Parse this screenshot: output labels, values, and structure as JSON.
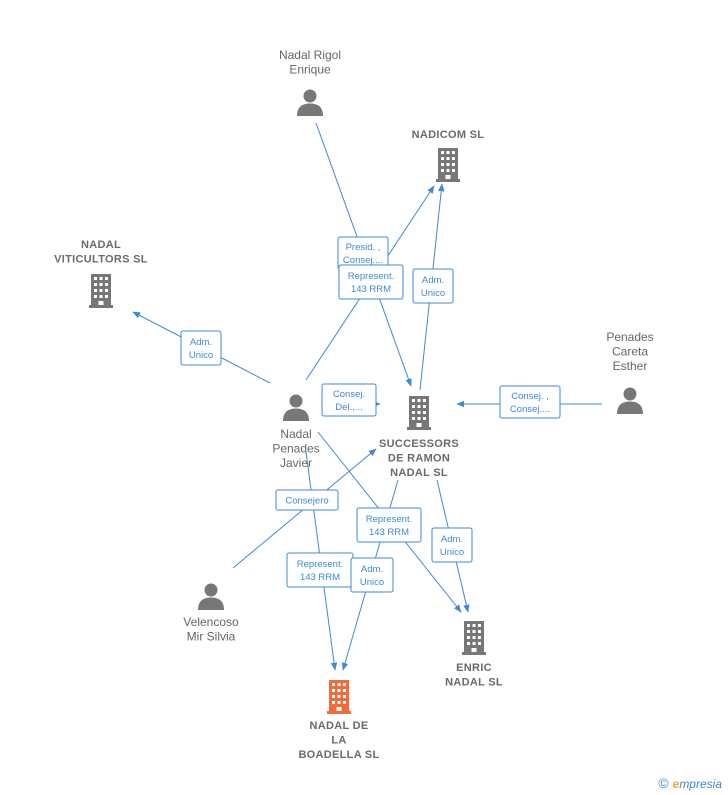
{
  "diagram": {
    "nodes": [
      {
        "id": "nadal_rigol",
        "kind": "person",
        "label_lines": [
          "Nadal Rigol",
          "Enrique"
        ],
        "color": "#777777"
      },
      {
        "id": "nadicom",
        "kind": "company",
        "label_lines": [
          "NADICOM SL"
        ],
        "color": "#777777"
      },
      {
        "id": "nadal_viticultors",
        "kind": "company",
        "label_lines": [
          "NADAL",
          "VITICULTORS SL"
        ],
        "color": "#777777"
      },
      {
        "id": "penades_careta",
        "kind": "person",
        "label_lines": [
          "Penades",
          "Careta",
          "Esther"
        ],
        "color": "#777777"
      },
      {
        "id": "nadal_penades",
        "kind": "person",
        "label_lines": [
          "Nadal",
          "Penades",
          "Javier"
        ],
        "color": "#777777"
      },
      {
        "id": "successors",
        "kind": "company",
        "label_lines": [
          "SUCCESSORS",
          "DE RAMON",
          "NADAL SL"
        ],
        "color": "#777777"
      },
      {
        "id": "velencoso",
        "kind": "person",
        "label_lines": [
          "Velencoso",
          "Mir Silvia"
        ],
        "color": "#777777"
      },
      {
        "id": "enric_nadal",
        "kind": "company",
        "label_lines": [
          "ENRIC",
          "NADAL SL"
        ],
        "color": "#777777"
      },
      {
        "id": "nadal_boadella",
        "kind": "company",
        "label_lines": [
          "NADAL DE",
          "LA",
          "BOADELLA SL"
        ],
        "color": "#f26b3a",
        "focus": true
      }
    ],
    "edges": [
      {
        "id": "e1",
        "label_lines": [
          "Presid. ,",
          "Consej...."
        ]
      },
      {
        "id": "e2",
        "label_lines": [
          "Represent.",
          "143 RRM"
        ]
      },
      {
        "id": "e3",
        "label_lines": [
          "Adm.",
          "Unico"
        ]
      },
      {
        "id": "e4",
        "label_lines": [
          "Adm.",
          "Unico"
        ]
      },
      {
        "id": "e5",
        "label_lines": [
          "Consej.",
          "Del.,..."
        ]
      },
      {
        "id": "e6",
        "label_lines": [
          "Consej. ,",
          "Consej...."
        ]
      },
      {
        "id": "e7",
        "label_lines": [
          "Consejero"
        ]
      },
      {
        "id": "e8",
        "label_lines": [
          "Represent.",
          "143 RRM"
        ]
      },
      {
        "id": "e9",
        "label_lines": [
          "Adm.",
          "Unico"
        ]
      },
      {
        "id": "e10",
        "label_lines": [
          "Represent.",
          "143 RRM"
        ]
      },
      {
        "id": "e11",
        "label_lines": [
          "Adm.",
          "Unico"
        ]
      }
    ]
  },
  "branding": {
    "copyright": "©",
    "logo_initial": "e",
    "logo_rest": "mpresia"
  }
}
